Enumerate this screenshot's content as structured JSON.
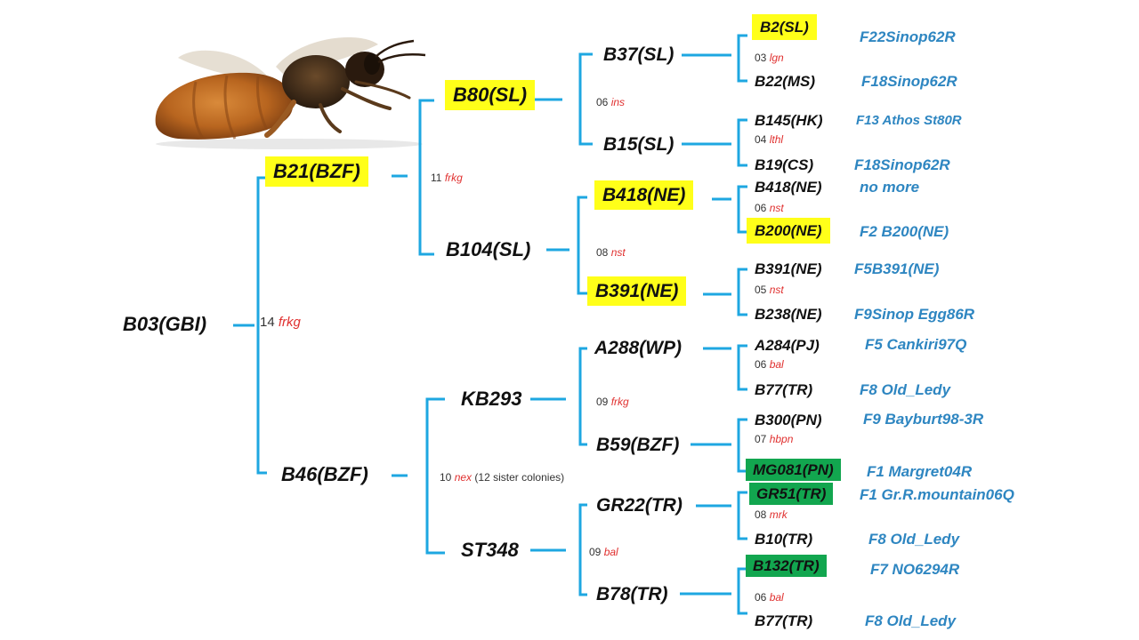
{
  "colors": {
    "line": "#1ea7e1",
    "highlight_yellow": "#ffff19",
    "highlight_green": "#12a64f",
    "drone_label": "#e0302f",
    "lineage_label": "#2e86c1"
  },
  "icons": {
    "bee": "queen-bee-image"
  },
  "nodes": {
    "root": "B03(GBI)",
    "b21": "B21(BZF)",
    "b46": "B46(BZF)",
    "b80": "B80(SL)",
    "b104": "B104(SL)",
    "kb293": "KB293",
    "st348": "ST348",
    "b37": "B37(SL)",
    "b15": "B15(SL)",
    "b418": "B418(NE)",
    "b391": "B391(NE)",
    "a288": "A288(WP)",
    "b59": "B59(BZF)",
    "gr22": "GR22(TR)",
    "b78": "B78(TR)",
    "b2": "B2(SL)",
    "b22": "B22(MS)",
    "b145": "B145(HK)",
    "b19": "B19(CS)",
    "b418b": "B418(NE)",
    "b200": "B200(NE)",
    "b391b": "B391(NE)",
    "b238": "B238(NE)",
    "a284": "A284(PJ)",
    "b77a": "B77(TR)",
    "b300": "B300(PN)",
    "mg081": "MG081(PN)",
    "gr51": "GR51(TR)",
    "b10": "B10(TR)",
    "b132": "B132(TR)",
    "b77b": "B77(TR)"
  },
  "crosses": {
    "c_root": {
      "num": "14",
      "drone": "frkg"
    },
    "c_b21": {
      "num": "11",
      "drone": "frkg"
    },
    "c_b46": {
      "num": "10",
      "drone": "nex",
      "note": "(12 sister colonies)"
    },
    "c_b80": {
      "num": "06",
      "drone": "ins"
    },
    "c_b104": {
      "num": "08",
      "drone": "nst"
    },
    "c_kb293": {
      "num": "09",
      "drone": "frkg"
    },
    "c_st348": {
      "num": "09",
      "drone": "bal"
    },
    "c_b37": {
      "num": "03",
      "drone": "lgn"
    },
    "c_b15": {
      "num": "04",
      "drone": "lthl"
    },
    "c_b418": {
      "num": "06",
      "drone": "nst"
    },
    "c_b391": {
      "num": "05",
      "drone": "nst"
    },
    "c_a288": {
      "num": "06",
      "drone": "bal"
    },
    "c_b59": {
      "num": "07",
      "drone": "hbpn"
    },
    "c_gr22": {
      "num": "08",
      "drone": "mrk"
    },
    "c_b78": {
      "num": "06",
      "drone": "bal"
    }
  },
  "lineages": {
    "l_b2": "F22Sinop62R",
    "l_b22": "F18Sinop62R",
    "l_b145": "F13 Athos St80R",
    "l_b19": "F18Sinop62R",
    "l_b418b": "no more",
    "l_b200": "F2 B200(NE)",
    "l_b391b": "F5B391(NE)",
    "l_b238": "F9Sinop Egg86R",
    "l_a284": "F5 Cankiri97Q",
    "l_b77a": "F8 Old_Ledy",
    "l_b300": "F9 Bayburt98-3R",
    "l_mg081": "F1 Margret04R",
    "l_gr51": "F1 Gr.R.mountain06Q",
    "l_b10": "F8 Old_Ledy",
    "l_b132": "F7 NO6294R",
    "l_b77b": "F8 Old_Ledy"
  }
}
